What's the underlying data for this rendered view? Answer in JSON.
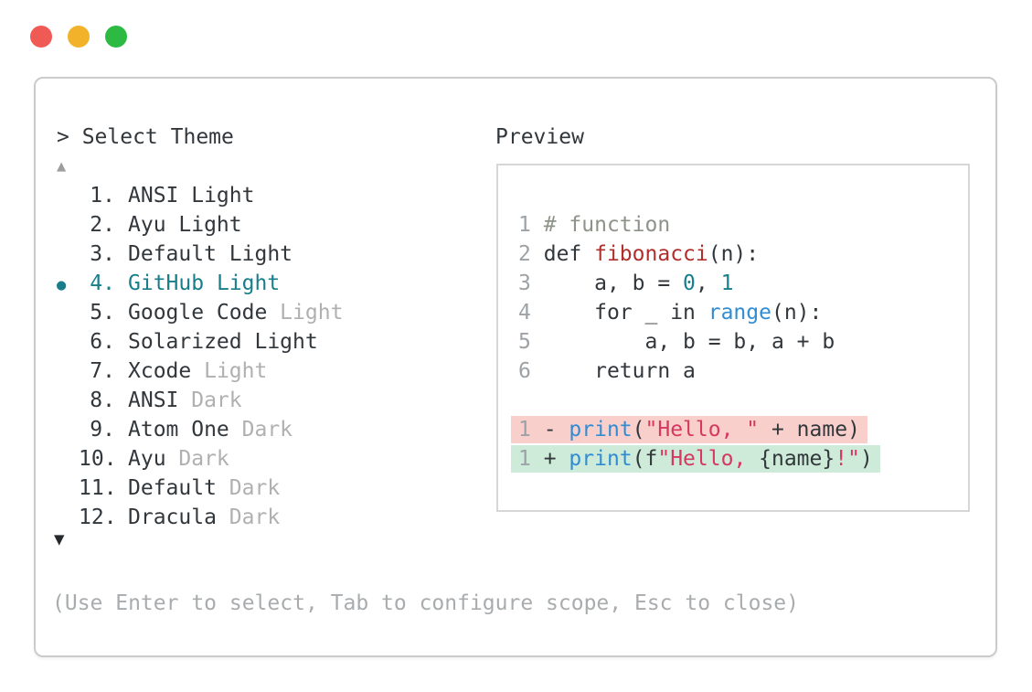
{
  "window": {
    "traffic_lights": [
      {
        "name": "close",
        "color": "#f05a55"
      },
      {
        "name": "minimize",
        "color": "#f2b32b"
      },
      {
        "name": "zoom",
        "color": "#2cba43"
      }
    ]
  },
  "selector": {
    "prompt": "> Select Theme",
    "scroll_up": "▲",
    "scroll_down": "▼",
    "selected_marker": "●",
    "items": [
      {
        "number": "1.",
        "name": "ANSI",
        "variant": "Light",
        "variant_muted": false,
        "selected": false
      },
      {
        "number": "2.",
        "name": "Ayu",
        "variant": "Light",
        "variant_muted": false,
        "selected": false
      },
      {
        "number": "3.",
        "name": "Default",
        "variant": "Light",
        "variant_muted": false,
        "selected": false
      },
      {
        "number": "4.",
        "name": "GitHub",
        "variant": "Light",
        "variant_muted": false,
        "selected": true
      },
      {
        "number": "5.",
        "name": "Google Code",
        "variant": "Light",
        "variant_muted": true,
        "selected": false
      },
      {
        "number": "6.",
        "name": "Solarized",
        "variant": "Light",
        "variant_muted": false,
        "selected": false
      },
      {
        "number": "7.",
        "name": "Xcode",
        "variant": "Light",
        "variant_muted": true,
        "selected": false
      },
      {
        "number": "8.",
        "name": "ANSI",
        "variant": "Dark",
        "variant_muted": true,
        "selected": false
      },
      {
        "number": "9.",
        "name": "Atom One",
        "variant": "Dark",
        "variant_muted": true,
        "selected": false
      },
      {
        "number": "10.",
        "name": "Ayu",
        "variant": "Dark",
        "variant_muted": true,
        "selected": false
      },
      {
        "number": "11.",
        "name": "Default",
        "variant": "Dark",
        "variant_muted": true,
        "selected": false
      },
      {
        "number": "12.",
        "name": "Dracula",
        "variant": "Dark",
        "variant_muted": true,
        "selected": false
      }
    ],
    "footer_hint": "(Use Enter to select, Tab to configure scope, Esc to close)"
  },
  "preview": {
    "title": "Preview",
    "lines": [
      {
        "num": "1",
        "tokens": [
          {
            "c": "comment",
            "t": "# function"
          }
        ]
      },
      {
        "num": "2",
        "tokens": [
          {
            "c": "plain",
            "t": "def "
          },
          {
            "c": "function",
            "t": "fibonacci"
          },
          {
            "c": "plain",
            "t": "(n):"
          }
        ]
      },
      {
        "num": "3",
        "tokens": [
          {
            "c": "plain",
            "t": "    a, b = "
          },
          {
            "c": "number",
            "t": "0"
          },
          {
            "c": "plain",
            "t": ", "
          },
          {
            "c": "number",
            "t": "1"
          }
        ]
      },
      {
        "num": "4",
        "tokens": [
          {
            "c": "plain",
            "t": "    for _ in "
          },
          {
            "c": "builtin",
            "t": "range"
          },
          {
            "c": "plain",
            "t": "(n):"
          }
        ]
      },
      {
        "num": "5",
        "tokens": [
          {
            "c": "plain",
            "t": "        a, b = b, a + b"
          }
        ]
      },
      {
        "num": "6",
        "tokens": [
          {
            "c": "plain",
            "t": "    return a"
          }
        ]
      },
      {
        "blank": true
      },
      {
        "num": "1",
        "sign": "-",
        "diff": "removed",
        "tokens": [
          {
            "c": "builtin",
            "t": "print"
          },
          {
            "c": "plain",
            "t": "("
          },
          {
            "c": "string",
            "t": "\"Hello, \""
          },
          {
            "c": "plain",
            "t": " + name)"
          }
        ]
      },
      {
        "num": "1",
        "sign": "+",
        "diff": "added",
        "tokens": [
          {
            "c": "builtin",
            "t": "print"
          },
          {
            "c": "plain",
            "t": "(f"
          },
          {
            "c": "string",
            "t": "\"Hello, "
          },
          {
            "c": "plain",
            "t": "{name}"
          },
          {
            "c": "string",
            "t": "!\""
          },
          {
            "c": "plain",
            "t": ")"
          }
        ]
      }
    ]
  },
  "colors": {
    "accent_teal": "#177e8a",
    "ink": "#32373c",
    "muted": "#b0b0b0",
    "line_number": "#9da2a6",
    "comment": "#8e9389",
    "function_red": "#b02e2b",
    "builtin_blue": "#318cd3",
    "string_red": "#d6385f",
    "number_teal": "#177e8a",
    "diff_removed_bg": "#f9cfcb",
    "diff_added_bg": "#ceead8",
    "panel_border": "#cbcbcb",
    "preview_border": "#d6d6d6",
    "footer_gray": "#a9acae",
    "scroll_up_gray": "#9e9e9e",
    "scroll_down_dark": "#26292c"
  }
}
